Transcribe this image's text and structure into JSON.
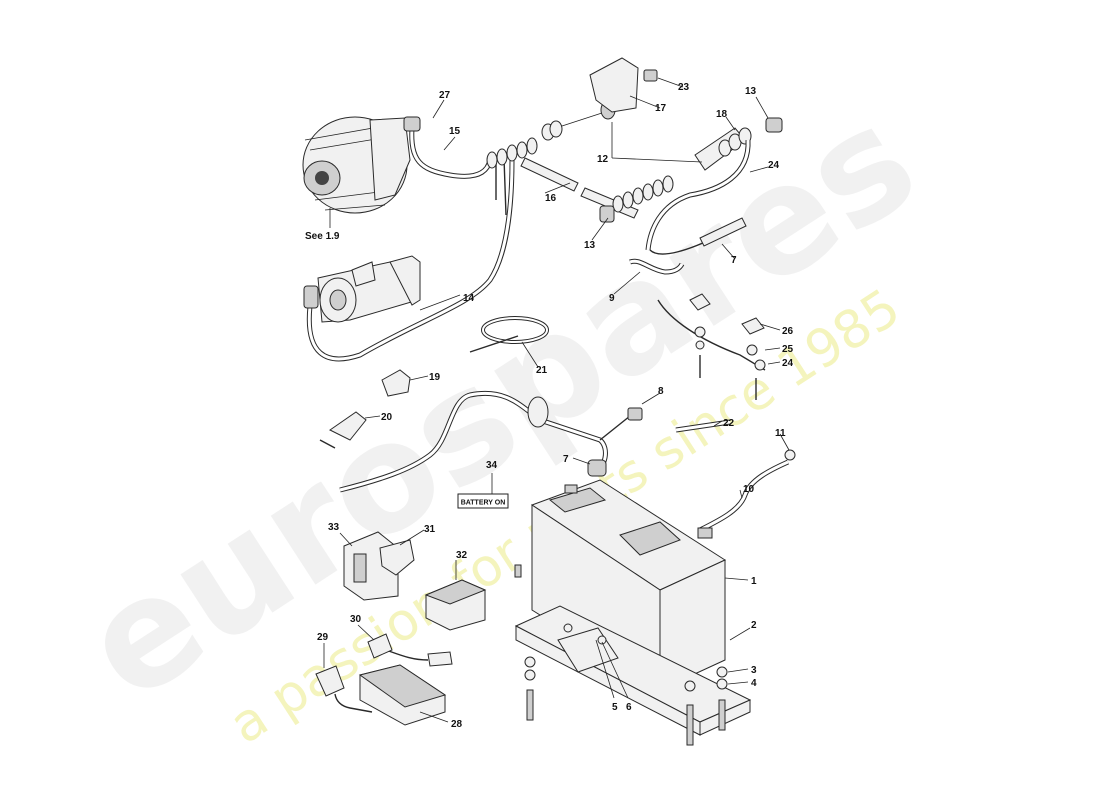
{
  "watermark": {
    "brand": "eurospares",
    "tagline": "a passion for parts since 1985",
    "brand_color": "#e2e2e2",
    "tagline_color": "#f2f2a0"
  },
  "sticker": {
    "text": "BATTERY ON"
  },
  "see_reference": "See 1.9",
  "callouts": [
    {
      "id": "c27",
      "text": "27"
    },
    {
      "id": "c15",
      "text": "15"
    },
    {
      "id": "c23",
      "text": "23"
    },
    {
      "id": "c17",
      "text": "17"
    },
    {
      "id": "c13a",
      "text": "13"
    },
    {
      "id": "c18",
      "text": "18"
    },
    {
      "id": "c12",
      "text": "12"
    },
    {
      "id": "c24a",
      "text": "24"
    },
    {
      "id": "c16",
      "text": "16"
    },
    {
      "id": "c13b",
      "text": "13"
    },
    {
      "id": "c7a",
      "text": "7"
    },
    {
      "id": "c9",
      "text": "9"
    },
    {
      "id": "c14",
      "text": "14"
    },
    {
      "id": "c26",
      "text": "26"
    },
    {
      "id": "c25",
      "text": "25"
    },
    {
      "id": "c24b",
      "text": "24"
    },
    {
      "id": "c21",
      "text": "21"
    },
    {
      "id": "c19",
      "text": "19"
    },
    {
      "id": "c20",
      "text": "20"
    },
    {
      "id": "c8",
      "text": "8"
    },
    {
      "id": "c22",
      "text": "22"
    },
    {
      "id": "c11",
      "text": "11"
    },
    {
      "id": "c7b",
      "text": "7"
    },
    {
      "id": "c34",
      "text": "34"
    },
    {
      "id": "c10",
      "text": "10"
    },
    {
      "id": "c33",
      "text": "33"
    },
    {
      "id": "c31",
      "text": "31"
    },
    {
      "id": "c32",
      "text": "32"
    },
    {
      "id": "c1",
      "text": "1"
    },
    {
      "id": "c30",
      "text": "30"
    },
    {
      "id": "c2",
      "text": "2"
    },
    {
      "id": "c29",
      "text": "29"
    },
    {
      "id": "c3",
      "text": "3"
    },
    {
      "id": "c4",
      "text": "4"
    },
    {
      "id": "c5",
      "text": "5"
    },
    {
      "id": "c6",
      "text": "6"
    },
    {
      "id": "c28",
      "text": "28"
    }
  ]
}
